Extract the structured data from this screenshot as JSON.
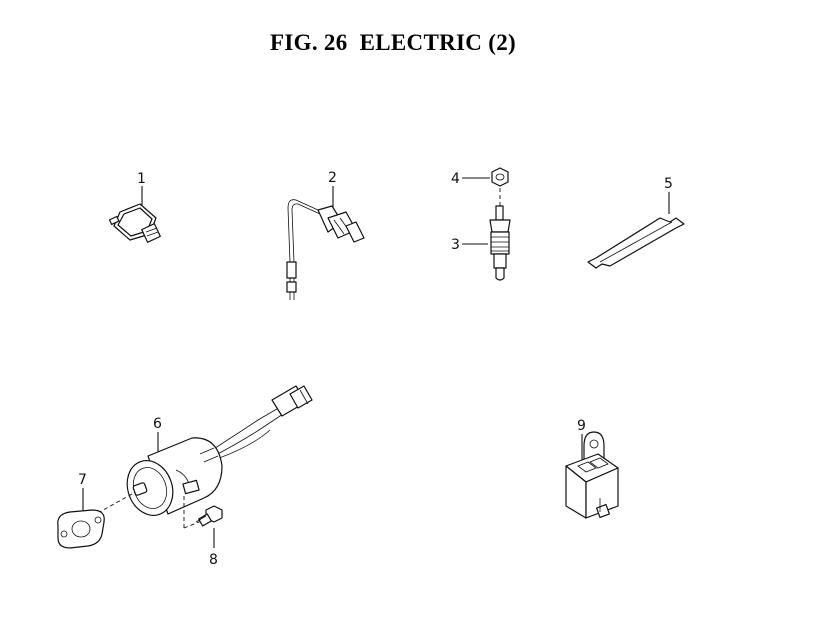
{
  "title": "FIG. 26  ELECTRIC (2)",
  "callouts": {
    "c1": "1",
    "c2": "2",
    "c3": "3",
    "c4": "4",
    "c5": "5",
    "c6": "6",
    "c7": "7",
    "c8": "8",
    "c9": "9"
  }
}
